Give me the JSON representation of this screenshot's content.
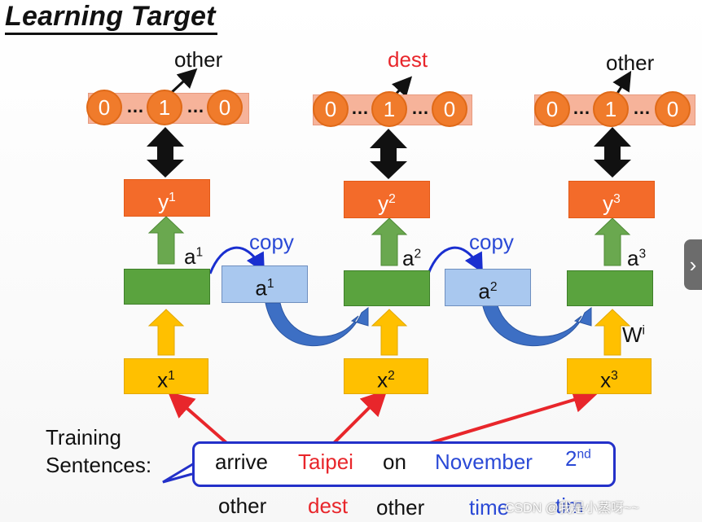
{
  "title": "Learning Target",
  "columns": [
    {
      "target_label": "other",
      "target_color": "#111111",
      "onehot": [
        "0",
        "…",
        "1",
        "…",
        "0"
      ],
      "y": {
        "base": "y",
        "sup": "1"
      },
      "a": {
        "base": "a",
        "sup": "1"
      },
      "x": {
        "base": "x",
        "sup": "1"
      }
    },
    {
      "target_label": "dest",
      "target_color": "#e8262b",
      "onehot": [
        "0",
        "…",
        "1",
        "…",
        "0"
      ],
      "y": {
        "base": "y",
        "sup": "2"
      },
      "a": {
        "base": "a",
        "sup": "2"
      },
      "x": {
        "base": "x",
        "sup": "2"
      }
    },
    {
      "target_label": "other",
      "target_color": "#111111",
      "onehot": [
        "0",
        "…",
        "1",
        "…",
        "0"
      ],
      "y": {
        "base": "y",
        "sup": "3"
      },
      "a": {
        "base": "a",
        "sup": "3"
      },
      "x": {
        "base": "x",
        "sup": "3"
      }
    }
  ],
  "copy_label": "copy",
  "copy_boxes": [
    {
      "base": "a",
      "sup": "1"
    },
    {
      "base": "a",
      "sup": "2"
    }
  ],
  "weight_label": {
    "base": "W",
    "sup": "i"
  },
  "training_label_line1": "Training",
  "training_label_line2": "Sentences:",
  "sentence_words": [
    {
      "text": "arrive",
      "color": "#111111"
    },
    {
      "text": "Taipei",
      "color": "#e8262b"
    },
    {
      "text": "on",
      "color": "#111111"
    },
    {
      "text": "November",
      "color": "#2a49d6"
    },
    {
      "text": "2",
      "sup": "nd",
      "color": "#2a49d6"
    }
  ],
  "word_labels": [
    {
      "text": "other",
      "color": "#111111"
    },
    {
      "text": "dest",
      "color": "#e8262b"
    },
    {
      "text": "other",
      "color": "#111111"
    },
    {
      "text": "time",
      "color": "#2a49d6"
    },
    {
      "text": "tim",
      "color": "#2a49d6"
    }
  ],
  "watermark": "CSDN @我是小蒸呀~~",
  "side_handle_icon": "chevron-right-icon"
}
